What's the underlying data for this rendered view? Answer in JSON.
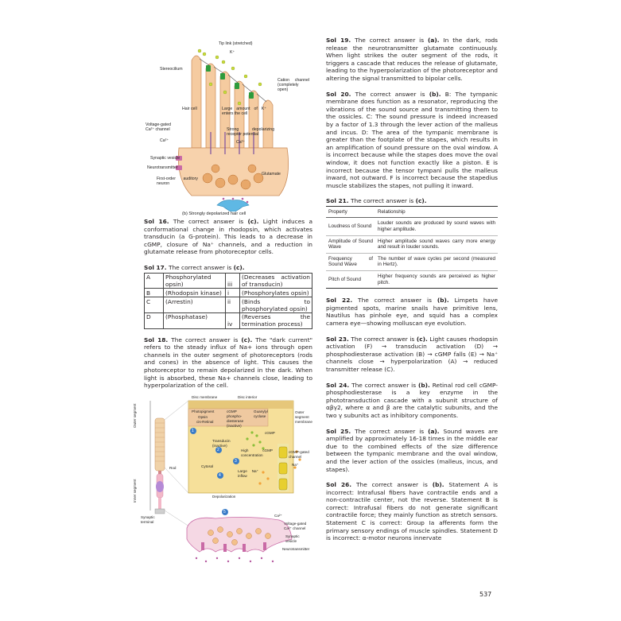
{
  "figure_top": {
    "labels": {
      "tip_link": "Tip link (stretched)",
      "k_plus": "K⁺",
      "stereocilium": "Stereocilium",
      "cation_channel": "Cation channel (completely open)",
      "hair_cell": "Hair cell",
      "large_k": "Large amount of K⁺ enters the cell",
      "vg_channel": "Voltage-gated Ca²⁺ channel",
      "strong_dep": "Strong depolarizing receptor potential",
      "ca_in": "Ca²⁺",
      "ca_out": "Ca²⁺",
      "synaptic_vesicle": "Synaptic vesicle",
      "neurotransmitter": "Neurotransmitter",
      "glutamate": "Glutamate",
      "first_order": "First-order auditory neuron"
    },
    "caption": "(b) Strongly depolarized hair cell"
  },
  "sol16": {
    "head": "Sol 16.",
    "pre": " The correct answer is ",
    "ans": "(c).",
    "body": " Light induces a conformational change in rhodopsin, which activates transducin (a G-protein). This leads to a decrease in cGMP, closure of Na⁺ channels, and a reduction in glutamate release from photoreceptor cells."
  },
  "sol17": {
    "head": "Sol 17.",
    "pre": " The correct answer is ",
    "ans": "(c).",
    "rows": [
      {
        "a": "A",
        "b": "Phosphorylated opsin)",
        "c": "iii",
        "d": "(Decreases activation of transducin)"
      },
      {
        "a": "B",
        "b": "(Rhodopsin kinase)",
        "c": "i",
        "d": "(Phosphorylates opsin)"
      },
      {
        "a": "C",
        "b": "(Arrestin)",
        "c": "ii",
        "d": "(Binds to phosphorylated opsin)"
      },
      {
        "a": "D",
        "b": "(Phosphatase)",
        "c": "iv",
        "d": "(Reverses the termination process)"
      }
    ]
  },
  "sol18": {
    "head": "Sol 18.",
    "pre": " The correct answer is ",
    "ans": "(c).",
    "body": " The \"dark current\" refers to the steady influx of Na+ ions through open channels in the outer segment of photoreceptors (rods and cones) in the absence of light. This causes the photoreceptor to remain depolarized in the dark. When light is absorbed, these Na+ channels close, leading to hyperpolarization of the cell."
  },
  "figure_bottom": {
    "labels": {
      "disc_membrane": "Disc membrane",
      "disc_interior": "Disc interior",
      "photopigment": "Photopigment",
      "opsin": "Opsin",
      "cis_retinal": "cis-Retinal",
      "cgmp_pde": "cGMP phospho-diesterase (inactive)",
      "guanylyl": "Guanylyl cyclase",
      "outer_membrane": "Outer segment membrane",
      "cgmp": "cGMP",
      "transducin": "Transducin (inactive)",
      "high_cgmp": "High cGMP concentration",
      "gated": "cGMP-gated channel",
      "na_plus": "Na⁺",
      "cytosol": "Cytosol",
      "large_na": "Large Na⁺ inflow",
      "depolarization": "Depolarization",
      "outer_segment": "Outer segment",
      "inner_segment": "Inner segment",
      "rod": "Rod",
      "synaptic_terminal": "Synaptic terminal",
      "ca": "Ca²⁺",
      "vg_ca": "Voltage-gated Ca²⁺ channel",
      "syn_vesicle": "Synaptic vesicle",
      "neurotransmitter": "Neurotransmitter",
      "n1": "1",
      "n2": "2",
      "n3": "3",
      "n4": "4",
      "n5": "5"
    }
  },
  "sol19": {
    "head": "Sol 19.",
    "pre": " The correct answer is ",
    "ans": "(a).",
    "body": " In the dark, rods release the neurotransmitter glutamate continuously. When light strikes the outer segment of the rods, it triggers a cascade that reduces the release of glutamate, leading to the hyperpolarization of the photoreceptor and altering the signal transmitted to bipolar cells."
  },
  "sol20": {
    "head": "Sol 20.",
    "pre": " The correct answer is ",
    "ans": "(b).",
    "body": " B: The tympanic membrane does function as a resonator, reproducing the vibrations of the sound source and transmitting them to the ossicles. C: The sound pressure is indeed increased by a factor of 1.3 through the lever action of the malleus and incus. D: The area of the tympanic membrane is greater than the footplate of the stapes, which results in an amplification of sound pressure on the oval window. A is incorrect because while the stapes does move the oval window, it does not function exactly like a piston. E is incorrect because the tensor tympani pulls the malleus inward, not outward. F is incorrect because the stapedius muscle stabilizes the stapes, not pulling it inward."
  },
  "sol21": {
    "head": "Sol 21.",
    "pre": " The correct answer is ",
    "ans": "(c).",
    "columns": [
      "Property",
      "Relationship"
    ],
    "rows": [
      {
        "p": "Loudness of Sound",
        "r": "Louder sounds are produced by sound waves with higher amplitude."
      },
      {
        "p": "Amplitude of Sound Wave",
        "r": "Higher amplitude sound waves carry more energy and result in louder sounds."
      },
      {
        "p": "Frequency of Sound Wave",
        "r": "The number of wave cycles per second (measured in Hertz)."
      },
      {
        "p": "Pitch of Sound",
        "r": "Higher frequency sounds are perceived as higher pitch."
      }
    ]
  },
  "sol22": {
    "head": "Sol 22.",
    "pre": " The correct answer is ",
    "ans": "(b).",
    "body": " Limpets have pigmented spots, marine snails have primitive lens, Nautilus has pinhole eye, and squid has a complex camera eye—showing molluscan eye evolution."
  },
  "sol23": {
    "head": "Sol 23.",
    "pre": " The correct answer is ",
    "ans": "(c).",
    "body": " Light causes rhodopsin activation (F) → transducin activation (D) → phosphodiesterase activation (B) → cGMP falls (E) → Na⁺ channels close → hyperpolarization (A) → reduced transmitter release (C)."
  },
  "sol24": {
    "head": "Sol 24.",
    "pre": " The correct answer is ",
    "ans": "(b).",
    "body": " Retinal rod cell cGMP-phosphodiesterase is a key enzyme in the phototransduction cascade with a subunit structure of αβγ2, where α and β are the catalytic subunits, and the two γ subunits act as inhibitory components."
  },
  "sol25": {
    "head": "Sol 25.",
    "pre": " The correct answer is ",
    "ans": "(a).",
    "body": " Sound waves are amplified by approximately 16-18 times in the middle ear due to the combined effects of the size difference between the tympanic membrane and the oval window, and the lever action of the ossicles (malleus, incus, and stapes)."
  },
  "sol26": {
    "head": "Sol 26.",
    "pre": " The correct answer is ",
    "ans": "(b).",
    "body": " Statement A is incorrect: Intrafusal fibers have contractile ends and a non-contractile center, not the reverse. Statement B is correct: Intrafusal fibers do not generate significant contractile force; they mainly function as stretch sensors. Statement C is correct: Group Ia afferents form the primary sensory endings of muscle spindles. Statement D is incorrect: α-motor neurons innervate"
  },
  "page_number": "537",
  "colors": {
    "stereocilia": "#f5cba0",
    "cell_body": "#f7d2ac",
    "neuron": "#5fb8e4",
    "channel_green": "#2e9b3c",
    "vesicle": "#e8a86a",
    "rod_disc": "#f6e09a",
    "membrane_pink": "#c96aa6"
  }
}
